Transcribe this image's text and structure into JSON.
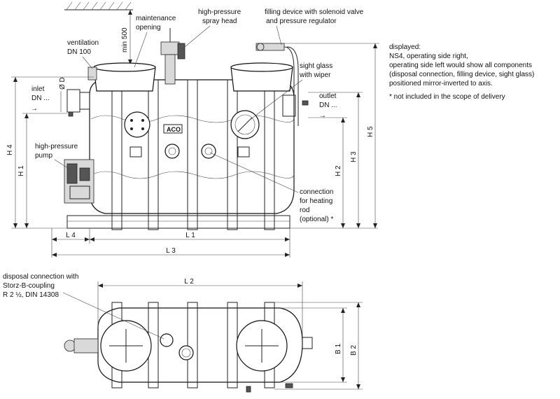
{
  "labels": {
    "maintenance": [
      "maintenance",
      "opening"
    ],
    "min500": "min 500",
    "spray_head": [
      "high-pressure",
      "spray head"
    ],
    "filling_device": [
      "filling device with solenoid valve",
      "and pressure regulator"
    ],
    "ventilation": [
      "ventilation",
      "DN 100"
    ],
    "inlet": [
      "inlet",
      "DN ..."
    ],
    "od": "Ø D",
    "sight_glass": [
      "sight glass",
      "with wiper"
    ],
    "outlet": [
      "outlet",
      "DN ..."
    ],
    "hp_pump": [
      "high-pressure",
      "pump"
    ],
    "heating_rod": [
      "connection",
      "for heating",
      "rod",
      "(optional) *"
    ],
    "disposal": [
      "disposal connection with",
      "Storz-B-coupling",
      "R 2 ½, DIN 14308"
    ],
    "logo": "ACO"
  },
  "note": {
    "lines": [
      "displayed:",
      "NS4, operating side right,",
      "operating side left would show all components",
      "(disposal connection, filling device, sight glass)",
      "positioned mirror-inverted to axis.",
      "",
      "* not included in the scope of delivery"
    ]
  },
  "dimensions": {
    "h4": "H 4",
    "h1": "H 1",
    "h2": "H 2",
    "h3": "H 3",
    "h5": "H 5",
    "l4": "L 4",
    "l1": "L 1",
    "l3": "L 3",
    "l2": "L 2",
    "b1": "B 1",
    "b2": "B 2"
  }
}
